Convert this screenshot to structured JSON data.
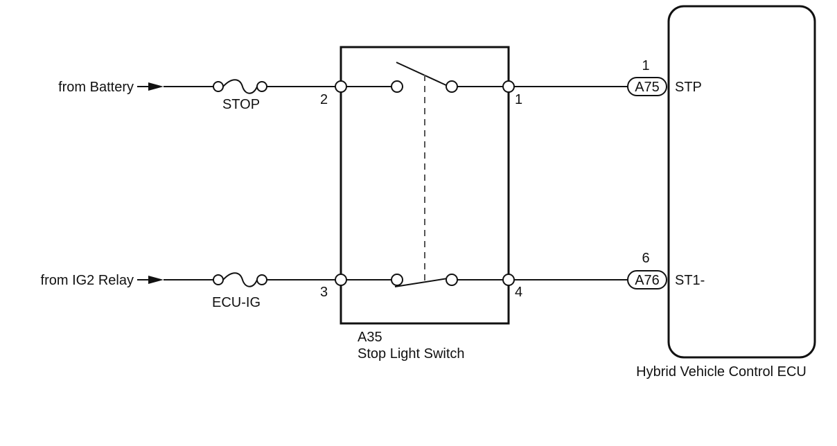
{
  "sources": {
    "battery": "from Battery",
    "ig2": "from IG2 Relay"
  },
  "fuses": {
    "stop": "STOP",
    "ecu_ig": "ECU-IG"
  },
  "switch": {
    "code": "A35",
    "name": "Stop Light Switch",
    "pins": {
      "p1": "1",
      "p2": "2",
      "p3": "3",
      "p4": "4"
    }
  },
  "ecu": {
    "name": "Hybrid Vehicle Control ECU",
    "connectors": [
      {
        "code": "A75",
        "pin": "1",
        "signal": "STP"
      },
      {
        "code": "A76",
        "pin": "6",
        "signal": "ST1-"
      }
    ]
  }
}
